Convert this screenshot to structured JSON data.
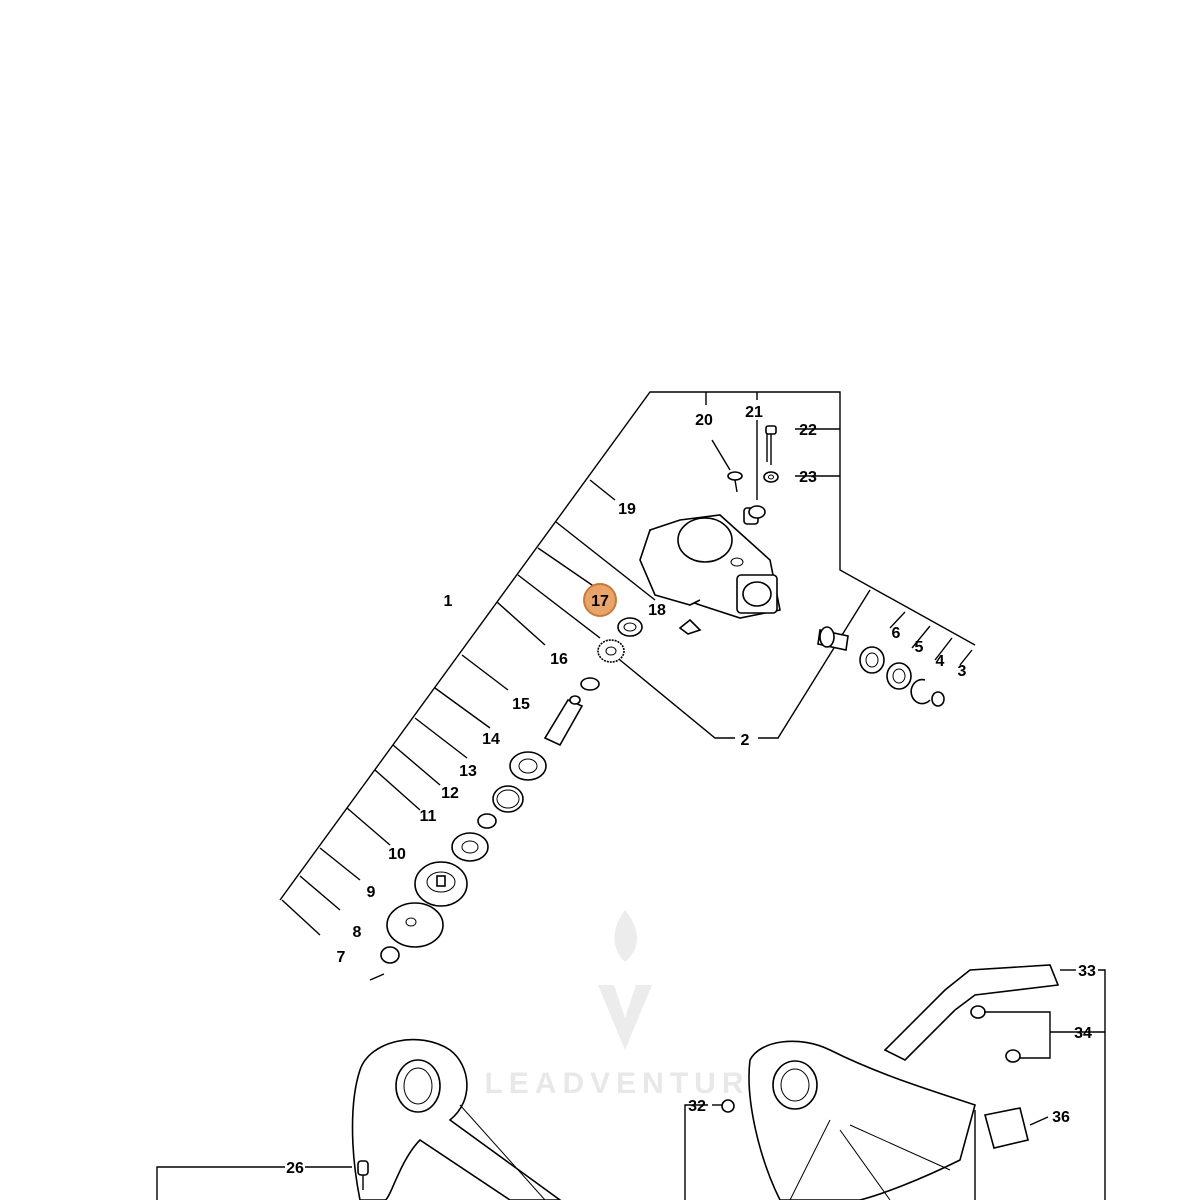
{
  "diagram": {
    "labels": {
      "l1": "1",
      "l2": "2",
      "l3": "3",
      "l4": "4",
      "l5": "5",
      "l6": "6",
      "l7": "7",
      "l8": "8",
      "l9": "9",
      "l10": "10",
      "l11": "11",
      "l12": "12",
      "l13": "13",
      "l14": "14",
      "l15": "15",
      "l16": "16",
      "l17": "17",
      "l18": "18",
      "l19": "19",
      "l20": "20",
      "l21": "21",
      "l22": "22",
      "l23": "23",
      "l26": "26",
      "l32": "32",
      "l33": "33",
      "l34": "34",
      "l36": "36"
    },
    "highlighted_label": "17",
    "highlight_color": "#e8a46a",
    "highlight_stroke": "#c77a3a",
    "watermark": "LEADVENTURE"
  }
}
